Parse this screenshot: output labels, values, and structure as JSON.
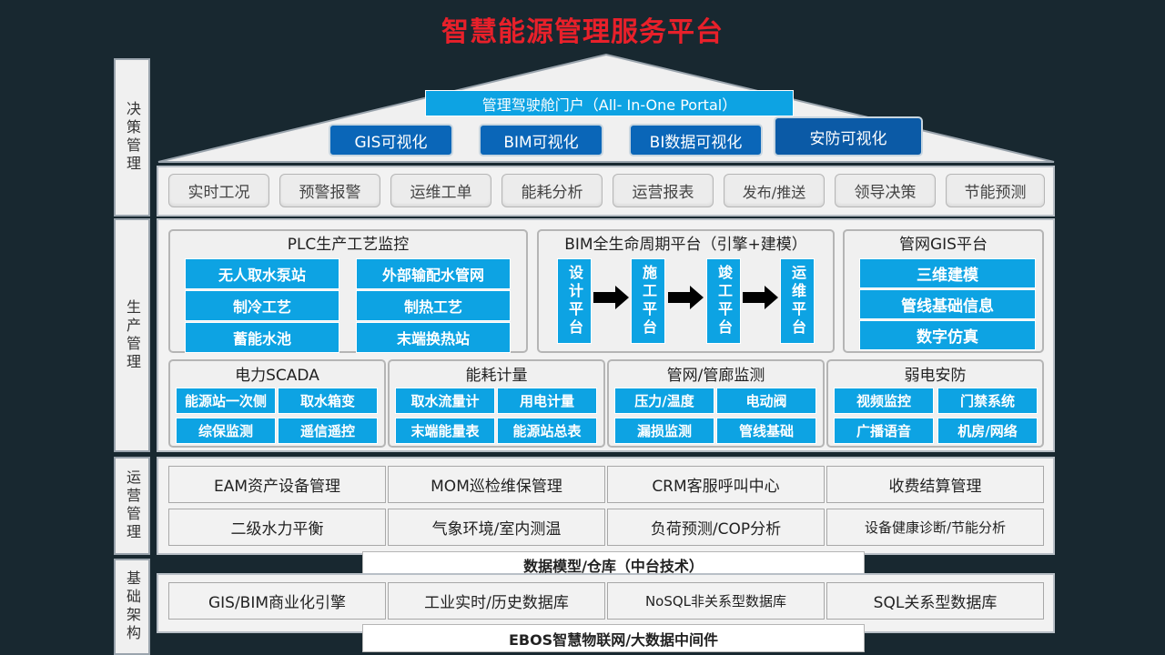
{
  "title": "智慧能源管理服务平台",
  "side_labels": [
    "决策管理",
    "生产管理",
    "运营管理",
    "基础架构"
  ],
  "roof": {
    "portal": "管理驾驶舱门户（All- In-One Portal）",
    "visual_buttons": [
      "GIS可视化",
      "BIM可视化",
      "BI数据可视化",
      "安防可视化"
    ]
  },
  "decision_tabs": [
    "实时工况",
    "预警报警",
    "运维工单",
    "能耗分析",
    "运营报表",
    "发布/推送",
    "领导决策",
    "节能预测"
  ],
  "production": {
    "plc": {
      "title": "PLC生产工艺监控",
      "items": [
        "无人取水泵站",
        "外部输配水管网",
        "制冷工艺",
        "制热工艺",
        "蓄能水池",
        "末端换热站"
      ]
    },
    "bim": {
      "title": "BIM全生命周期平台（引擎+建模）",
      "stages": [
        "设计平台",
        "施工平台",
        "竣工平台",
        "运维平台"
      ]
    },
    "gis": {
      "title": "管网GIS平台",
      "items": [
        "三维建模",
        "管线基础信息",
        "数字仿真"
      ]
    },
    "subsystems": [
      {
        "title": "电力SCADA",
        "items": [
          "能源站一次侧",
          "取水箱变",
          "综保监测",
          "遥信遥控"
        ]
      },
      {
        "title": "能耗计量",
        "items": [
          "取水流量计",
          "用电计量",
          "末端能量表",
          "能源站总表"
        ]
      },
      {
        "title": "管网/管廊监测",
        "items": [
          "压力/温度",
          "电动阀",
          "漏损监测",
          "管线基础"
        ]
      },
      {
        "title": "弱电安防",
        "items": [
          "视频监控",
          "门禁系统",
          "广播语音",
          "机房/网络"
        ]
      }
    ]
  },
  "operations": {
    "row1": [
      "EAM资产设备管理",
      "MOM巡检维保管理",
      "CRM客服呼叫中心",
      "收费结算管理"
    ],
    "row2": [
      "二级水力平衡",
      "气象环境/室内测温",
      "负荷预测/COP分析",
      "设备健康诊断/节能分析"
    ]
  },
  "data_model": "数据模型/仓库（中台技术）",
  "infrastructure": [
    "GIS/BIM商业化引擎",
    "工业实时/历史数据库",
    "NoSQL非关系型数据库",
    "SQL关系型数据库"
  ],
  "middleware": "EBOS智慧物联网/大数据中间件",
  "colors": {
    "title": "#e8202a",
    "accent_blue": "#0da3e3",
    "dark_blue": "#0a66b8",
    "background": "#182830"
  }
}
